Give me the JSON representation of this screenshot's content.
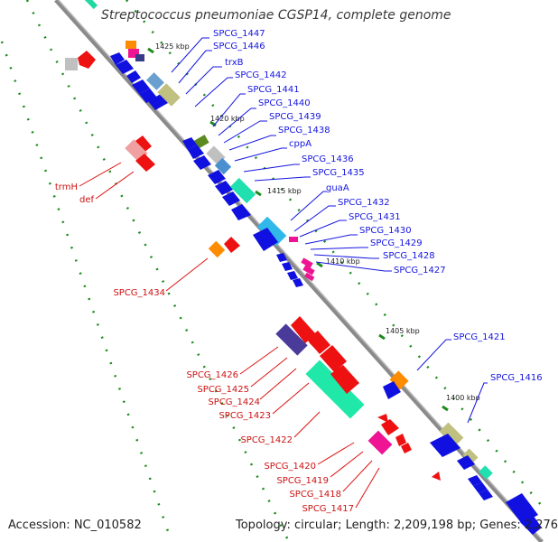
{
  "title": "Streptococcus pneumoniae CGSP14, complete genome",
  "footer": {
    "accession": "Accession: NC_010582",
    "topology": "Topology: circular; Length: 2,209,198 bp; Genes: 2,276"
  },
  "kbp_labels": [
    "1425 kbp",
    "1420 kbp",
    "1415 kbp",
    "1410 kbp",
    "1405 kbp",
    "1400 kbp"
  ],
  "gene_labels_plus": [
    "SPCG_1447",
    "SPCG_1446",
    "trxB",
    "SPCG_1442",
    "SPCG_1441",
    "SPCG_1440",
    "SPCG_1439",
    "SPCG_1438",
    "cppA",
    "SPCG_1436",
    "SPCG_1435",
    "guaA",
    "SPCG_1432",
    "SPCG_1431",
    "SPCG_1430",
    "SPCG_1429",
    "SPCG_1428",
    "SPCG_1427",
    "SPCG_1421",
    "SPCG_1416"
  ],
  "gene_labels_minus": [
    "trmH",
    "def",
    "SPCG_1434",
    "SPCG_1426",
    "SPCG_1425",
    "SPCG_1424",
    "SPCG_1423",
    "SPCG_1422",
    "SPCG_1420",
    "SPCG_1419",
    "SPCG_1418",
    "SPCG_1417"
  ],
  "colors": {
    "plus_strand": "#0000ee",
    "minus_strand": "#ee0000",
    "backbone": "#888888",
    "tick": "#228B22"
  }
}
